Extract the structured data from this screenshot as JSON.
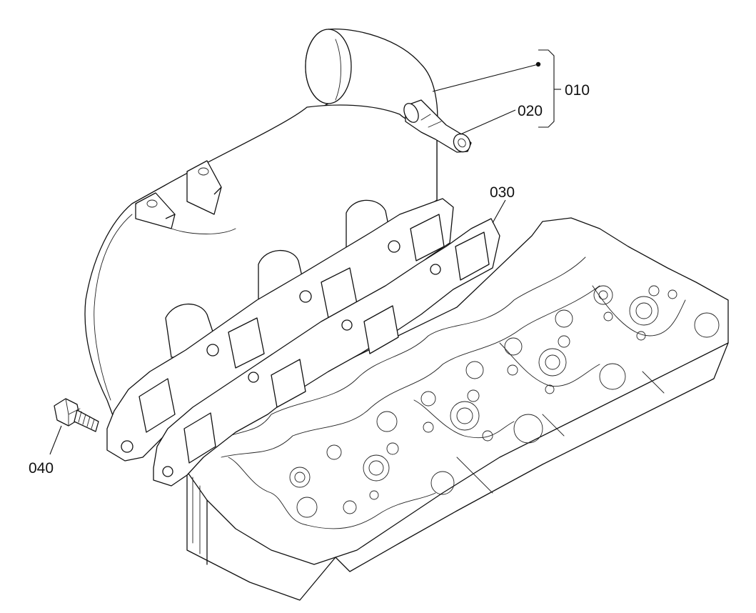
{
  "callouts": [
    {
      "id": "010",
      "label": "010"
    },
    {
      "id": "020",
      "label": "020"
    },
    {
      "id": "030",
      "label": "030"
    },
    {
      "id": "040",
      "label": "040"
    }
  ]
}
